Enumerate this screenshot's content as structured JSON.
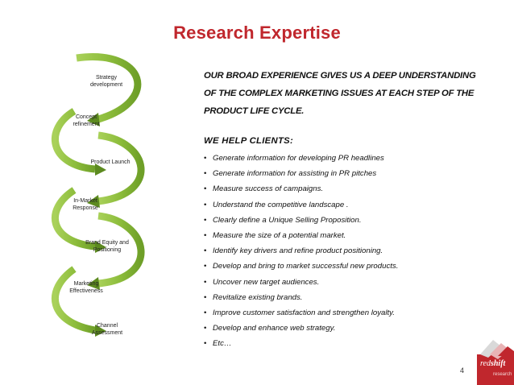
{
  "title": "Research Expertise",
  "cycle_steps": [
    {
      "label": "Strategy development"
    },
    {
      "label": "Concept refinement"
    },
    {
      "label": "Product Launch"
    },
    {
      "label": "In-Market Response"
    },
    {
      "label": "Brand Equity and Positioning"
    },
    {
      "label": "Marketing Effectiveness"
    },
    {
      "label": "Channel Assessment"
    }
  ],
  "intro": {
    "line1": "OUR BROAD EXPERIENCE GIVES US A DEEP UNDERSTANDING",
    "line2": "OF THE COMPLEX MARKETING ISSUES AT EACH STEP OF THE",
    "line3": "PRODUCT LIFE CYCLE."
  },
  "help_heading": "WE HELP CLIENTS:",
  "bullets": [
    "Generate information for developing PR headlines",
    "Generate information for assisting in PR pitches",
    "Measure success of campaigns.",
    "Understand  the competitive landscape .",
    "Clearly define a Unique Selling Proposition.",
    "Measure  the size of a potential market.",
    "Identify key drivers and refine product positioning.",
    "Develop and bring to market successful new products.",
    "Uncover new target audiences.",
    "Revitalize existing brands.",
    "Improve customer satisfaction and strengthen loyalty.",
    "Develop and enhance web strategy.",
    "Etc…"
  ],
  "bullet_glyph": "•",
  "page_number": "4",
  "logo": {
    "text_red": "red",
    "text_shift": "shift",
    "sub": "research"
  },
  "colors": {
    "accent": "#c0272d",
    "arc": "#93c24a",
    "arc_dark": "#5c8a1f",
    "arc_light": "#d2e6a6"
  }
}
